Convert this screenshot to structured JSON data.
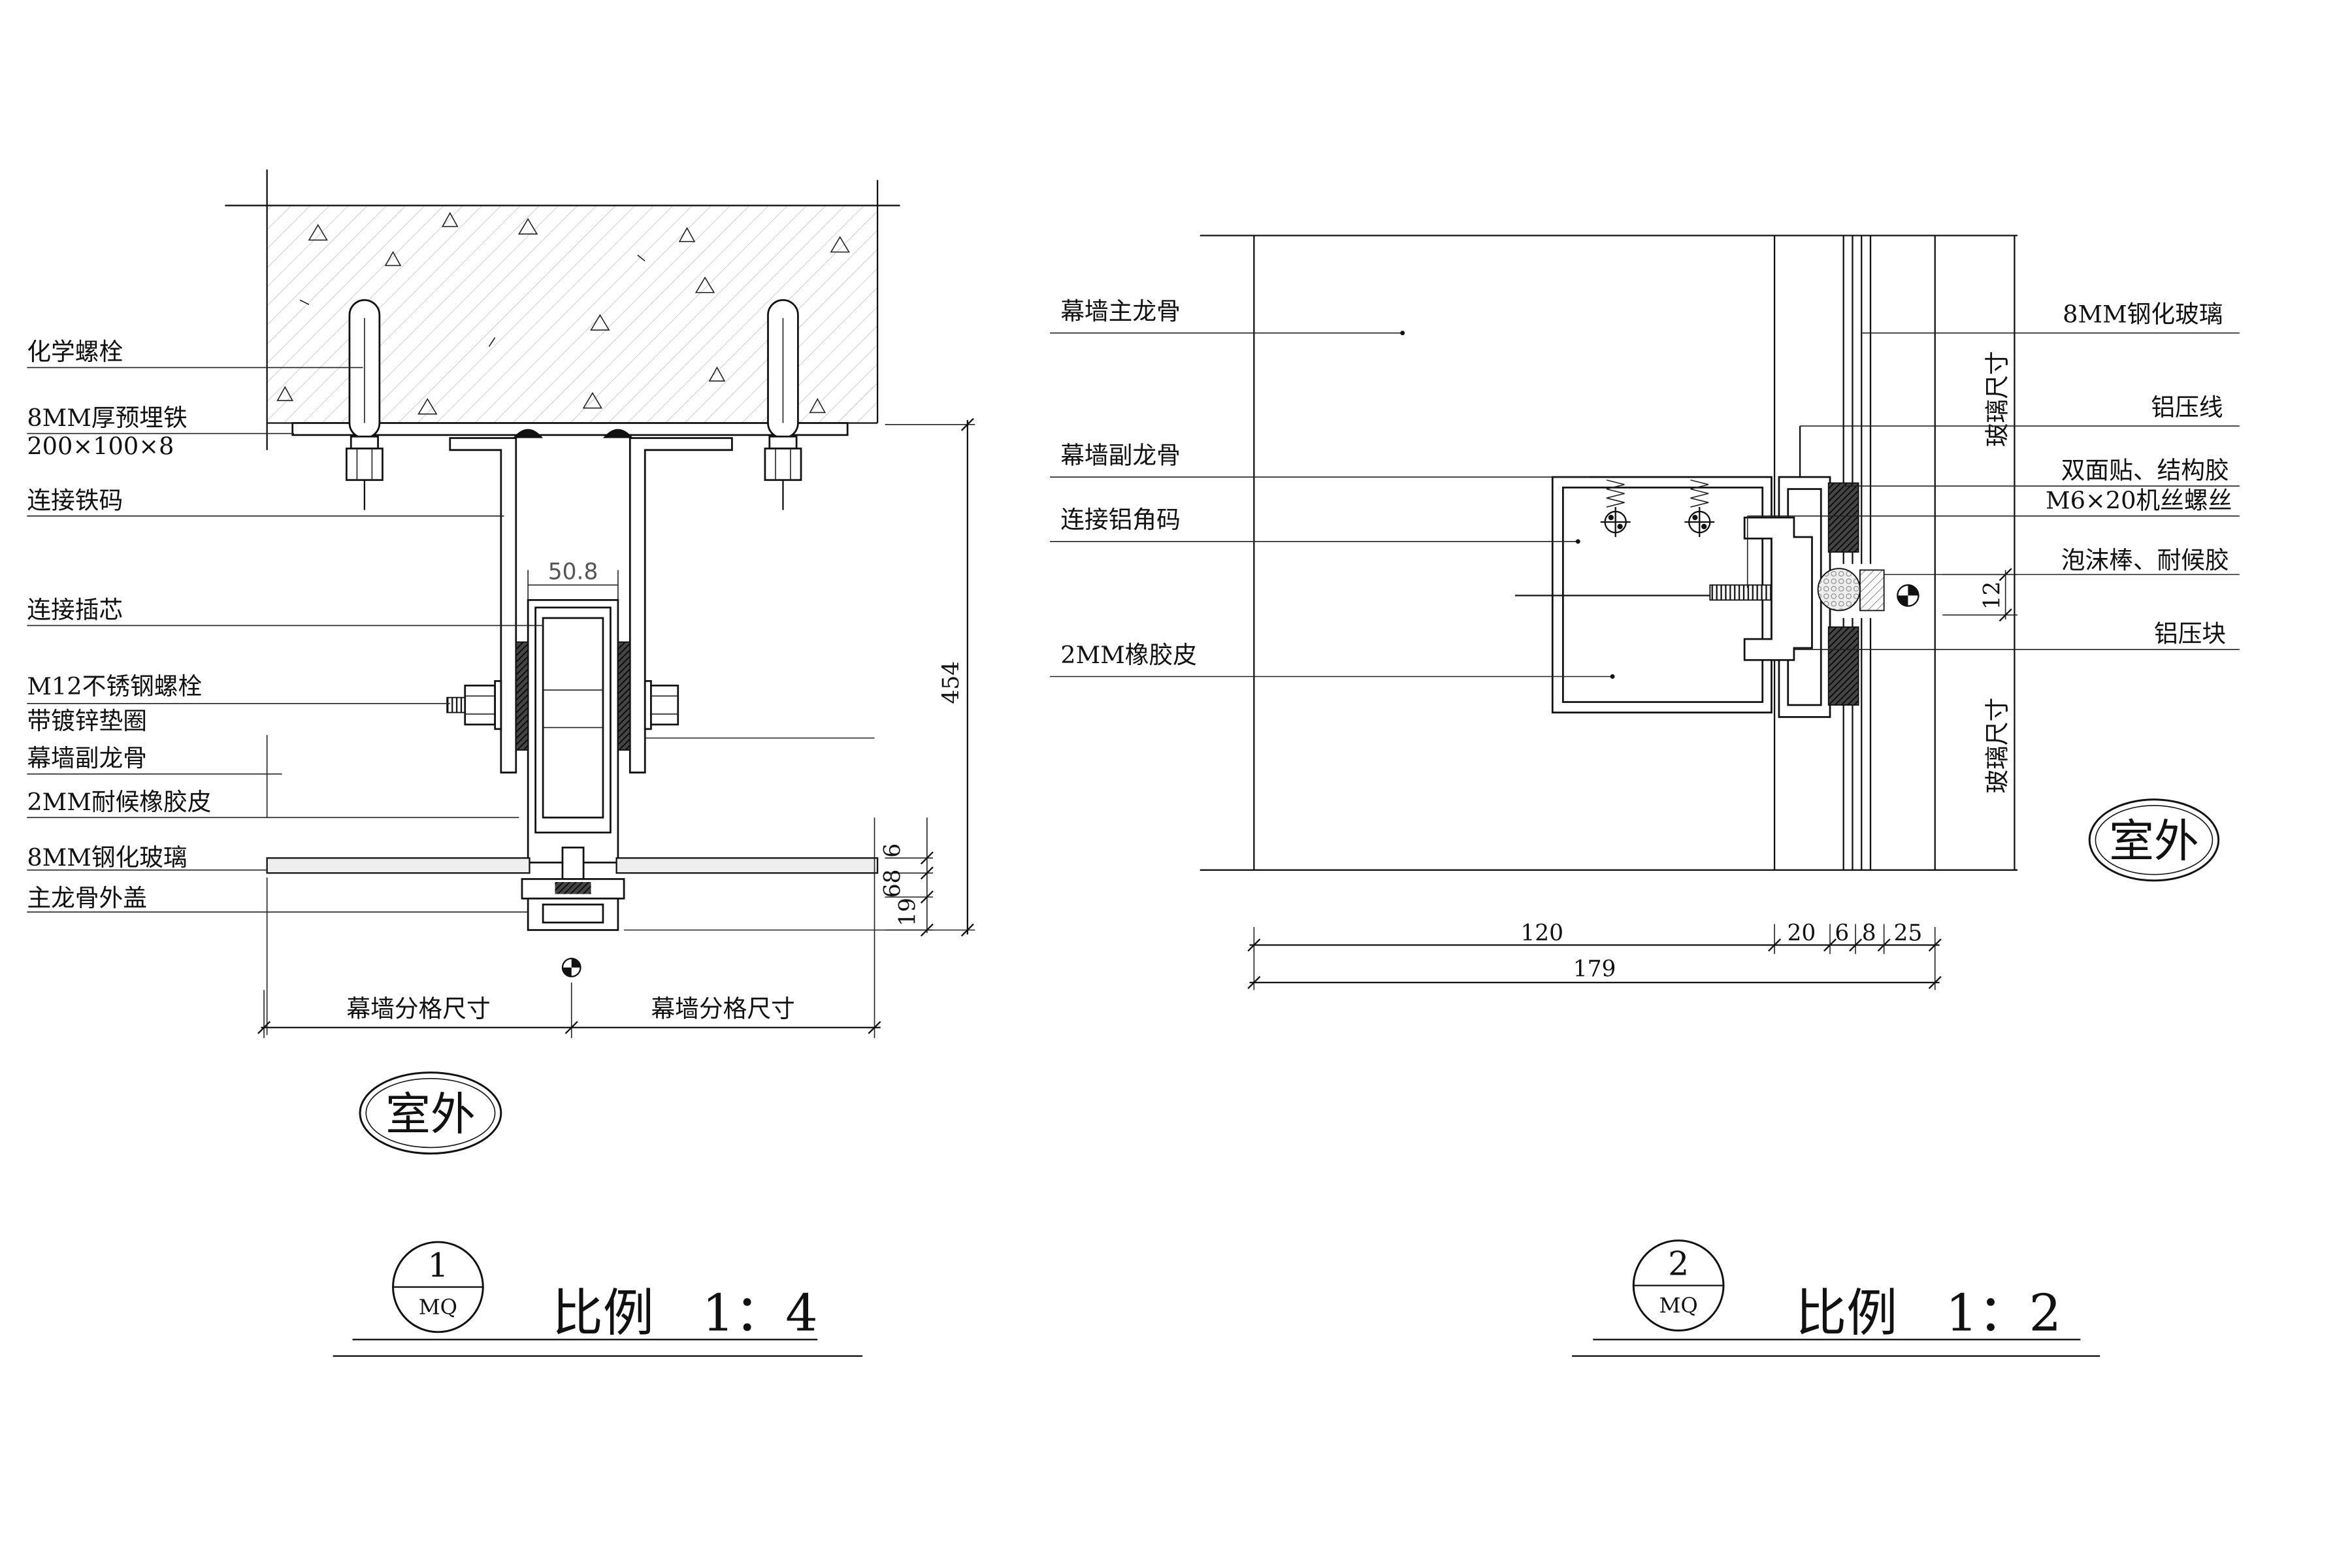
{
  "detail_1": {
    "labels": {
      "chemical_bolt": "化学螺栓",
      "embed_plate": "8MM厚预埋铁",
      "embed_plate_size": "200×100×8",
      "connector": "连接铁码",
      "insert_core": "连接插芯",
      "bolt": "M12不锈钢螺栓",
      "washer": "带镀锌垫圈",
      "sub_mullion": "幕墙副龙骨",
      "rubber": "2MM耐候橡胶皮",
      "glass": "8MM钢化玻璃",
      "cover": "主龙骨外盖"
    },
    "dims": {
      "core_width": "50.8",
      "height": "454",
      "d6": "6",
      "d68": "68",
      "d19": "19",
      "grid_left": "幕墙分格尺寸",
      "grid_right": "幕墙分格尺寸"
    },
    "exterior": "室外",
    "tag_number": "1",
    "tag_code": "MQ",
    "scale_label": "比例",
    "scale_value": "1：4"
  },
  "detail_2": {
    "labels": {
      "main_mullion": "幕墙主龙骨",
      "sub_mullion": "幕墙副龙骨",
      "angle_bracket": "连接铝角码",
      "rubber": "2MM橡胶皮",
      "glass": "8MM钢化玻璃",
      "pressure_line": "铝压线",
      "tape_sealant": "双面贴、结构胶",
      "screw": "M6×20机丝螺丝",
      "foam_sealant": "泡沫棒、耐候胶",
      "pressure_block": "铝压块",
      "glass_size_top": "玻璃尺寸",
      "glass_size_bottom": "玻璃尺寸"
    },
    "dims": {
      "joint": "12",
      "d120": "120",
      "d20": "20",
      "d6": "6",
      "d8": "8",
      "d25": "25",
      "total": "179"
    },
    "exterior": "室外",
    "tag_number": "2",
    "tag_code": "MQ",
    "scale_label": "比例",
    "scale_value": "1：2"
  }
}
